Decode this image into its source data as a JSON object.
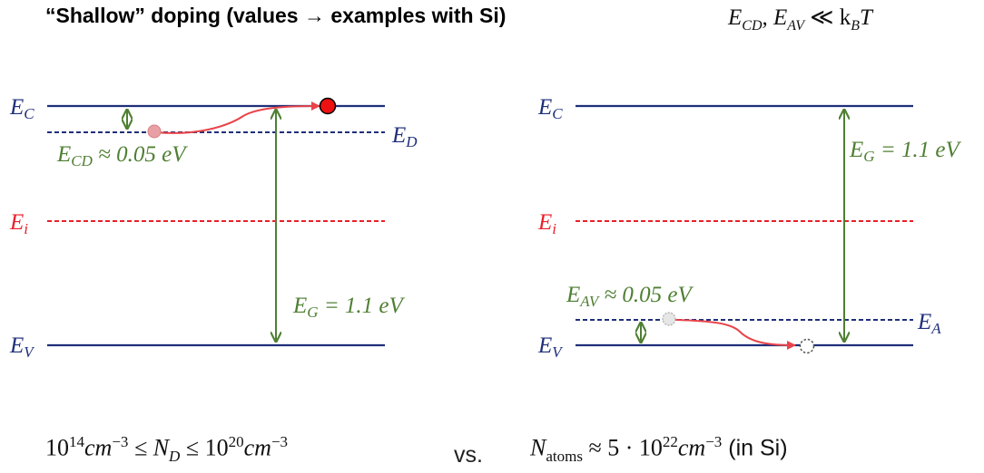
{
  "title": "“Shallow” doping (values → examples with Si)",
  "condition": {
    "main": "E",
    "sub1": "CD",
    "sep": ", E",
    "sub2": "AV",
    "rel": " ≪ k",
    "sub3": "B",
    "tail": "T"
  },
  "left_diagram": {
    "ec_label": {
      "main": "E",
      "sub": "C"
    },
    "ed_label": {
      "main": "E",
      "sub": "D"
    },
    "ei_label": {
      "main": "E",
      "sub": "i"
    },
    "ev_label": {
      "main": "E",
      "sub": "V"
    },
    "ecd_label": {
      "main": "E",
      "sub": "CD",
      "rest": " ≈ 0.05 eV"
    },
    "eg_label": {
      "main": "E",
      "sub": "G",
      "rest": " = 1.1 eV"
    }
  },
  "right_diagram": {
    "ec_label": {
      "main": "E",
      "sub": "C"
    },
    "ea_label": {
      "main": "E",
      "sub": "A"
    },
    "ei_label": {
      "main": "E",
      "sub": "i"
    },
    "ev_label": {
      "main": "E",
      "sub": "V"
    },
    "eav_label": {
      "main": "E",
      "sub": "AV",
      "rest": " ≈ 0.05 eV"
    },
    "eg_label": {
      "main": "E",
      "sub": "G",
      "rest": " = 1.1 eV"
    }
  },
  "bottom": {
    "nd_range": {
      "a": "10",
      "a_sup": "14",
      "b": "cm",
      "b_sup": "−3",
      "c": " ≤ N",
      "c_sub": "D",
      "d": " ≤ 10",
      "d_sup": "20",
      "e": "cm",
      "e_sup": "−3"
    },
    "vs": "vs.",
    "natoms": {
      "a": "N",
      "a_sub": "atoms",
      "b": " ≈ 5 · 10",
      "b_sup": "22",
      "c": "cm",
      "c_sup": "−3",
      "d": " (in Si)"
    }
  },
  "colors": {
    "band": "#1f2f7a",
    "intrinsic": "#e8202a",
    "green": "#4f7f33",
    "red_dot": "#ee1111",
    "arrow_red": "#e8444a"
  }
}
